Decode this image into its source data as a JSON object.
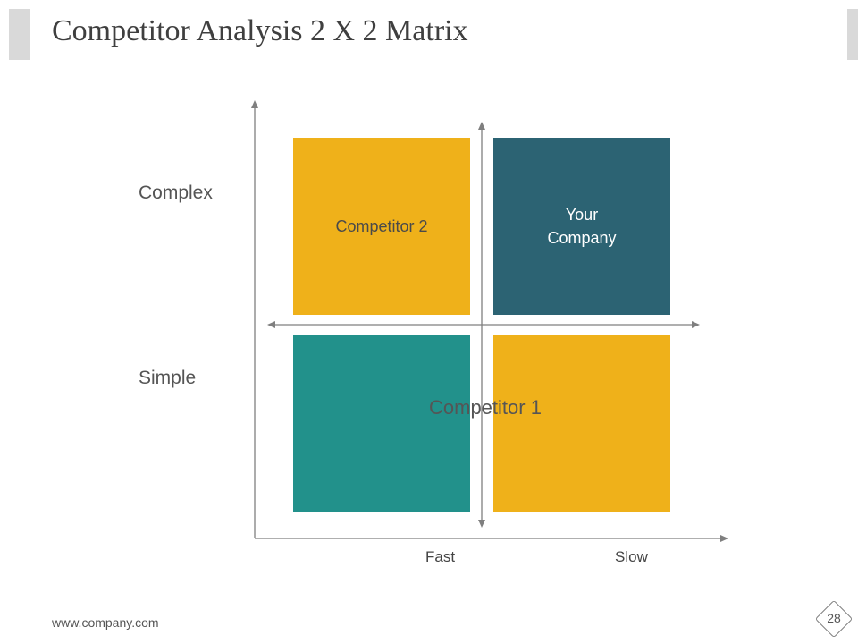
{
  "slide": {
    "title": "Competitor Analysis 2 X 2 Matrix",
    "footer_url": "www.company.com",
    "page_number": "28"
  },
  "matrix": {
    "y_labels": {
      "top": "Complex",
      "bottom": "Simple"
    },
    "x_labels": {
      "left": "Fast",
      "right": "Slow"
    },
    "quadrants": {
      "top_left": {
        "label": "Competitor 2",
        "color": "#efb11a"
      },
      "top_right": {
        "label_line1": "Your",
        "label_line2": "Company",
        "color": "#2c6373"
      },
      "bottom_left": {
        "label": "",
        "color": "#22918b"
      },
      "bottom_right": {
        "label": "",
        "color": "#efb11a"
      }
    },
    "center_label": "Competitor 1",
    "axis_color": "#7f7f7f"
  }
}
